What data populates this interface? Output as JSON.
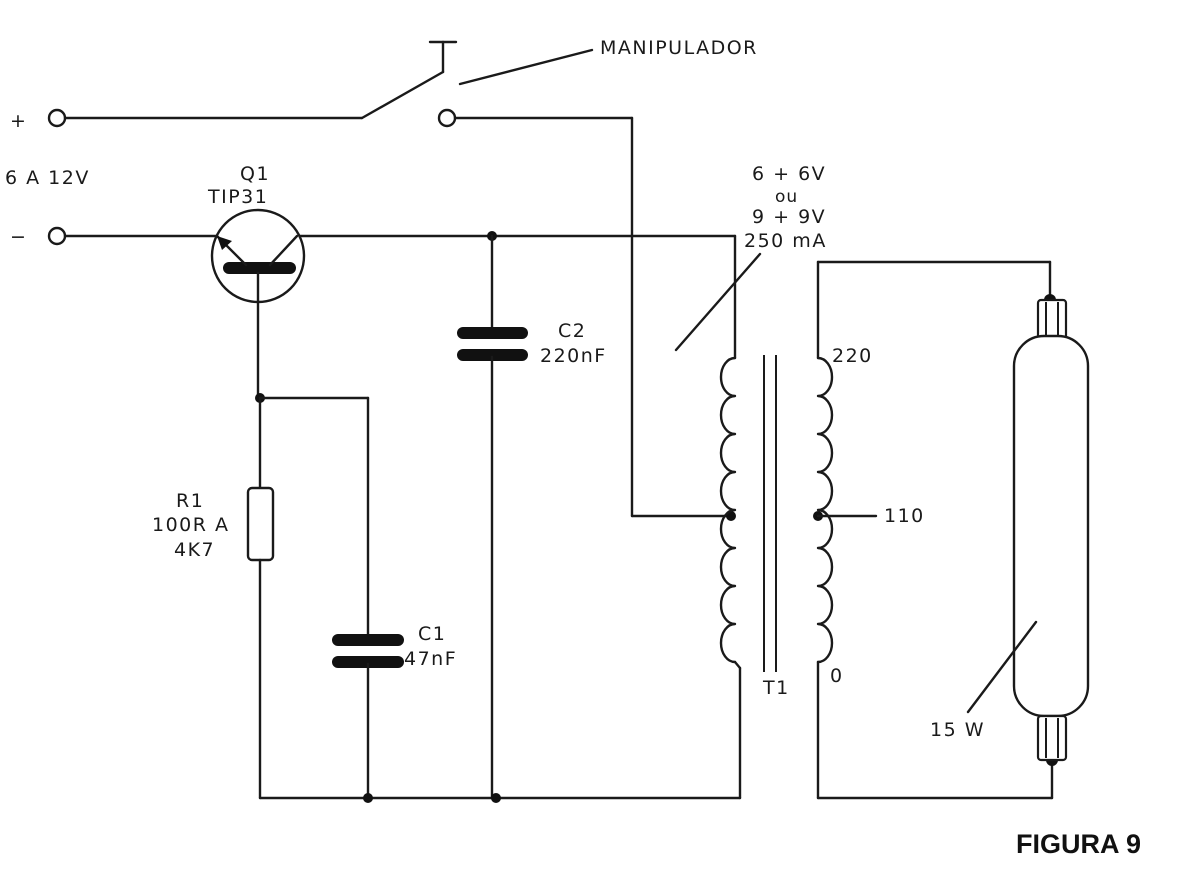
{
  "figure": {
    "caption": "FIGURA 9"
  },
  "switch": {
    "label": "MANIPULADOR"
  },
  "supply": {
    "positive_symbol": "+",
    "negative_symbol": "−",
    "rating": "6 A 12V"
  },
  "transistor": {
    "designator": "Q1",
    "part": "TIP31"
  },
  "resistor": {
    "designator": "R1",
    "value_line1": "100R A",
    "value_line2": "4K7"
  },
  "capacitor_c1": {
    "designator": "C1",
    "value": "47nF"
  },
  "capacitor_c2": {
    "designator": "C2",
    "value": "220nF"
  },
  "transformer": {
    "designator": "T1",
    "primary_rating_line1": "6 + 6V",
    "primary_rating_line2": "ou",
    "primary_rating_line3": "9 + 9V",
    "primary_rating_line4": "250 mA",
    "tap_top": "220",
    "tap_mid": "110",
    "tap_bottom": "0"
  },
  "lamp": {
    "power": "15 W"
  }
}
